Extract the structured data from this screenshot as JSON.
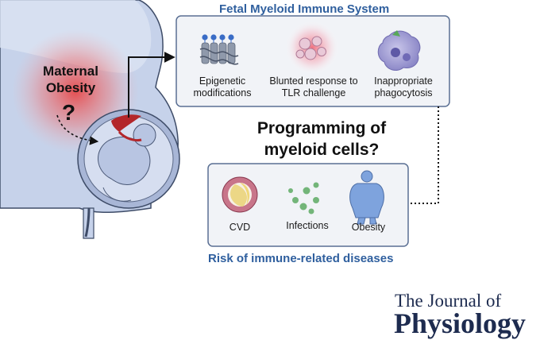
{
  "top_panel": {
    "title": "Fetal Myeloid Immune System",
    "items": [
      {
        "label": "Epigenetic modifications",
        "icon": "chromatin-icon"
      },
      {
        "label": "Blunted response to TLR challenge",
        "icon": "blunted-cell-icon"
      },
      {
        "label": "Inappropriate phagocytosis",
        "icon": "macrophage-icon"
      }
    ]
  },
  "left": {
    "maternal_label": "Maternal Obesity",
    "question": "?"
  },
  "center": {
    "question_text": "Programming of myeloid cells?"
  },
  "bottom_panel": {
    "title": "Risk of immune-related diseases",
    "items": [
      {
        "label": "CVD",
        "icon": "artery-plaque-icon"
      },
      {
        "label": "Infections",
        "icon": "virus-icon"
      },
      {
        "label": "Obesity",
        "icon": "obese-person-icon"
      }
    ]
  },
  "journal": {
    "line1": "The Journal of",
    "line2": "Physiology"
  },
  "colors": {
    "accent_blue": "#2f5f9e",
    "panel_border": "#5a6f93",
    "panel_fill": "#f1f3f7",
    "body_fill": "#c6d2ea",
    "body_outline": "#3e4c68",
    "placenta_red": "#b3262a",
    "obesity_glow": "#e23a3a"
  }
}
